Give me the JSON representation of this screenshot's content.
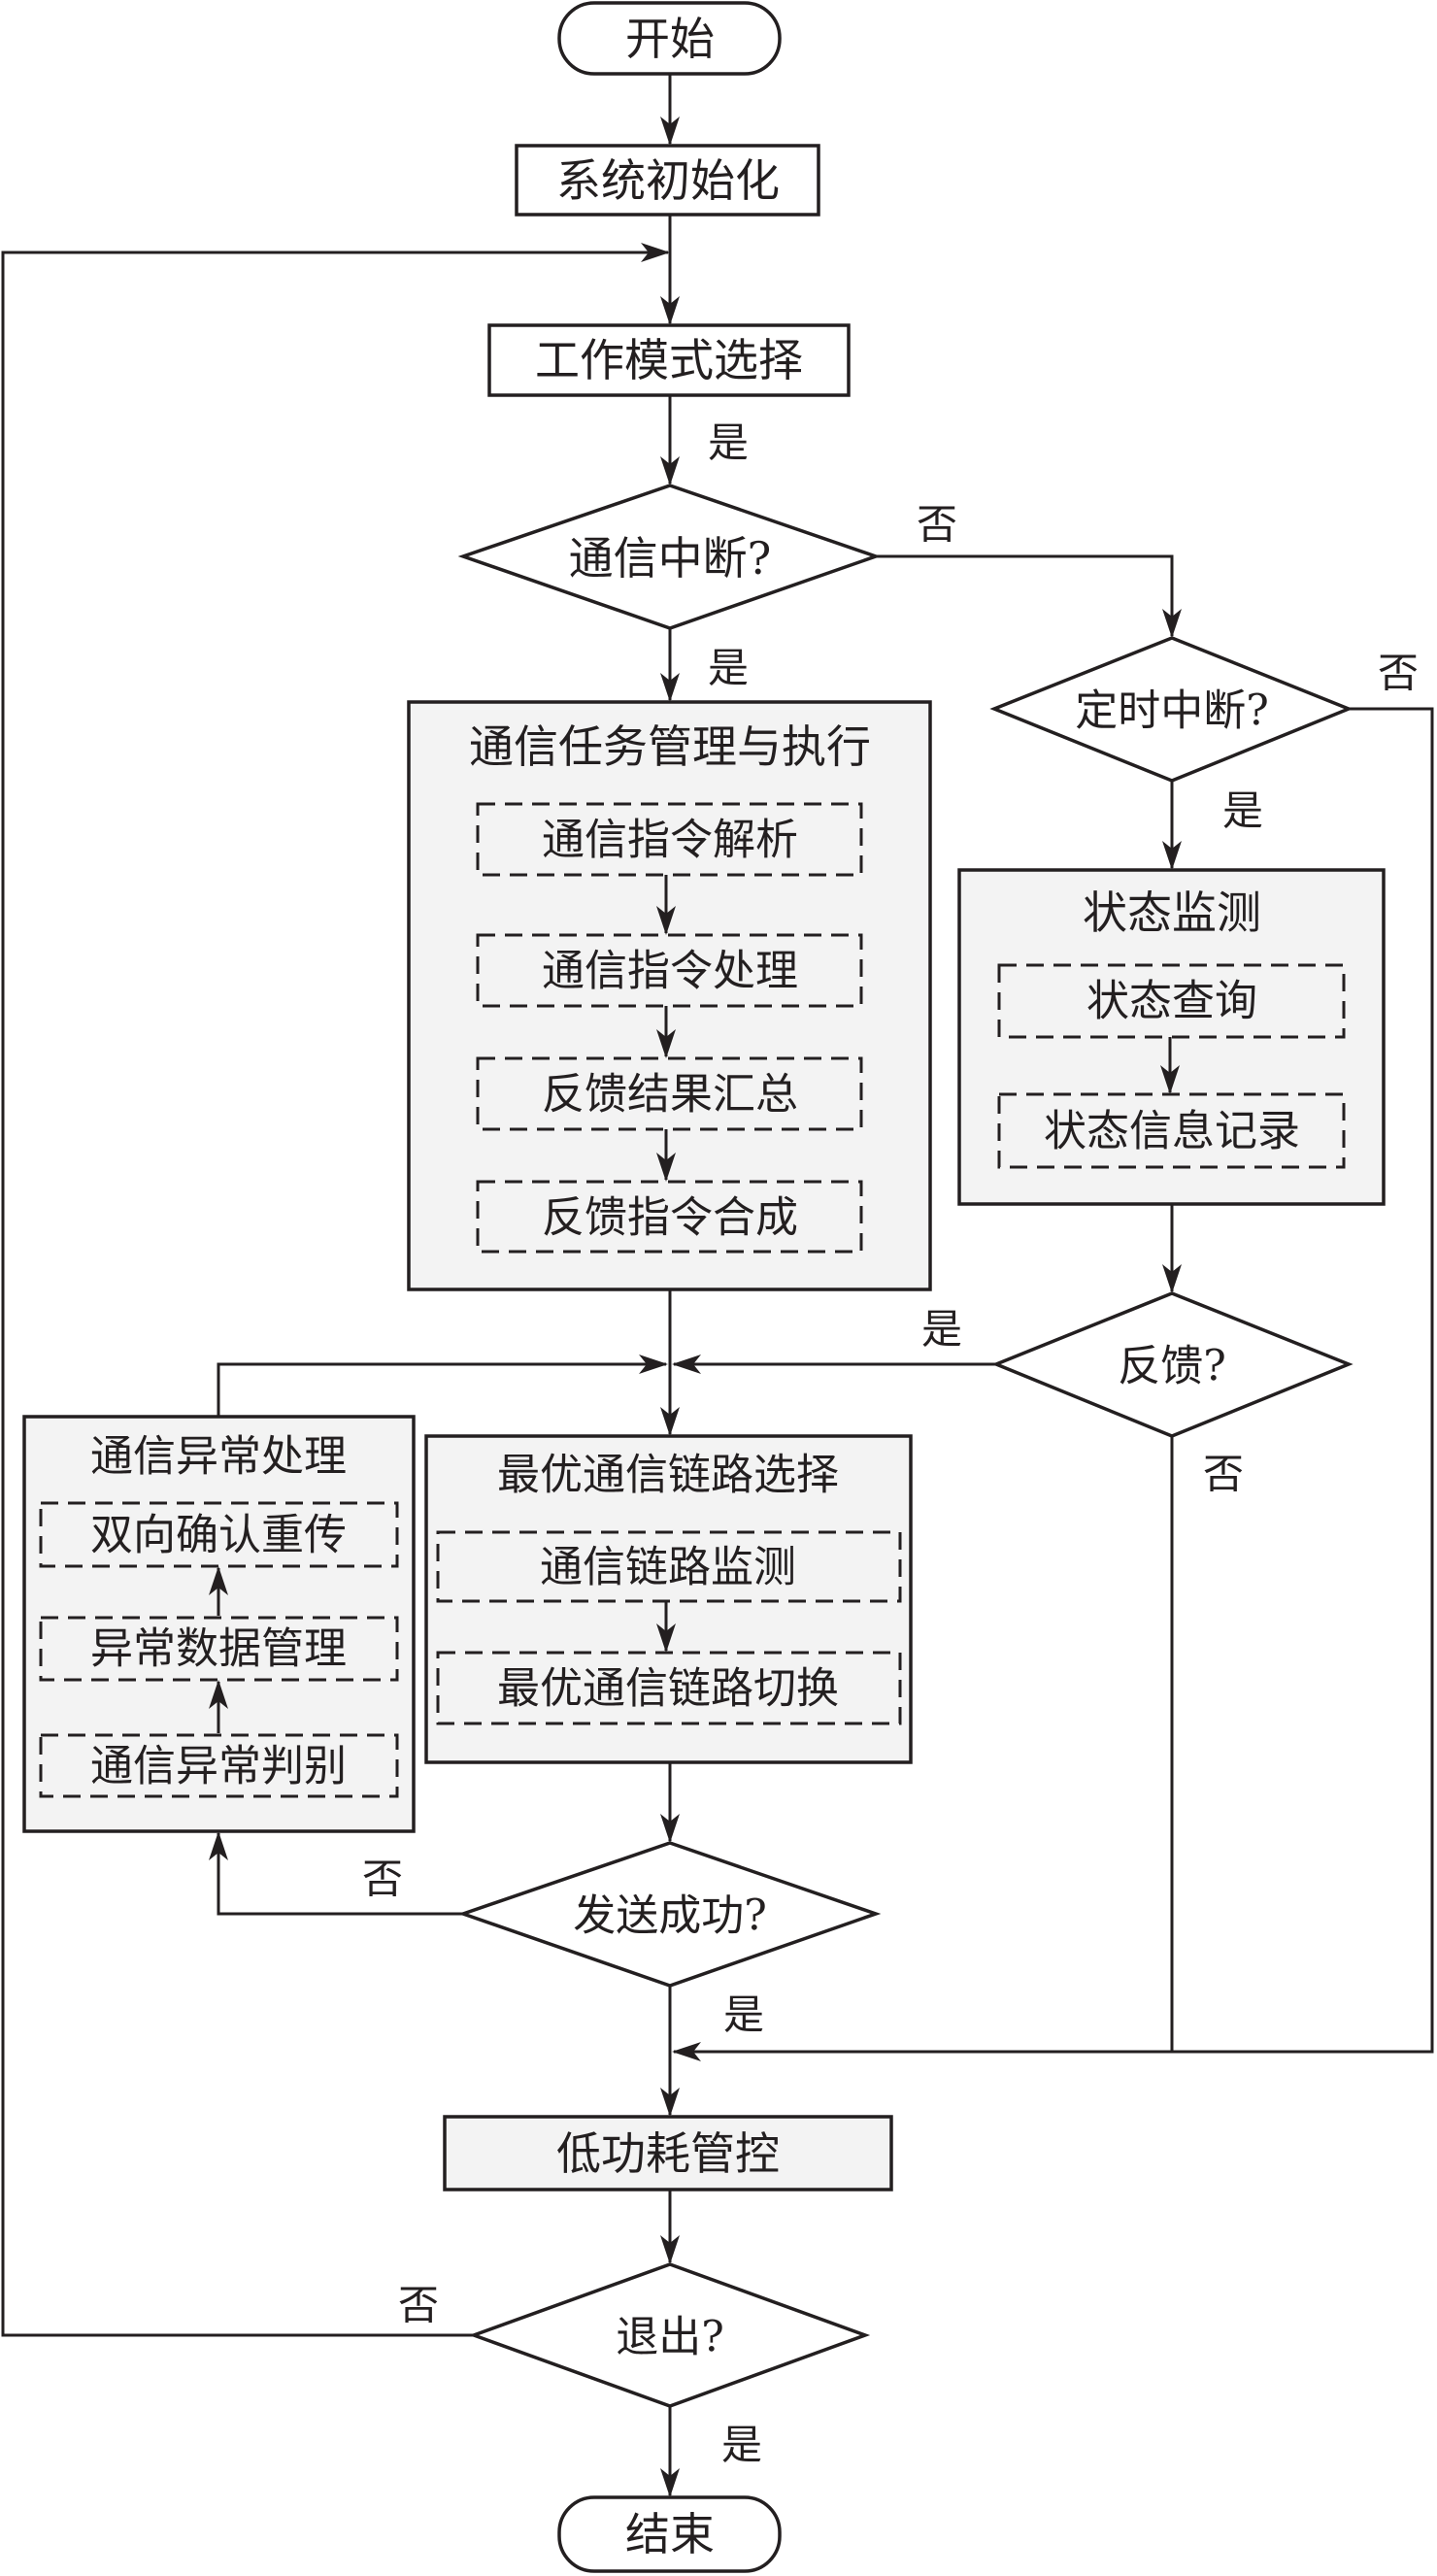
{
  "nodes": {
    "start": "开始",
    "init": "系统初始化",
    "mode_select": "工作模式选择",
    "comm_interrupt": "通信中断?",
    "timer_interrupt": "定时中断?",
    "comm_task": {
      "title": "通信任务管理与执行",
      "steps": [
        "通信指令解析",
        "通信指令处理",
        "反馈结果汇总",
        "反馈指令合成"
      ]
    },
    "status_monitor": {
      "title": "状态监测",
      "steps": [
        "状态查询",
        "状态信息记录"
      ]
    },
    "feedback": "反馈?",
    "comm_exception": {
      "title": "通信异常处理",
      "steps": [
        "双向确认重传",
        "异常数据管理",
        "通信异常判别"
      ]
    },
    "link_select": {
      "title": "最优通信链路选择",
      "steps": [
        "通信链路监测",
        "最优通信链路切换"
      ]
    },
    "send_success": "发送成功?",
    "low_power": "低功耗管控",
    "exit": "退出?",
    "end": "结束"
  },
  "edge_labels": {
    "yes": "是",
    "no": "否"
  },
  "colors": {
    "stroke": "#231f20",
    "fill_group": "#f3f3f3",
    "background": "#ffffff"
  }
}
